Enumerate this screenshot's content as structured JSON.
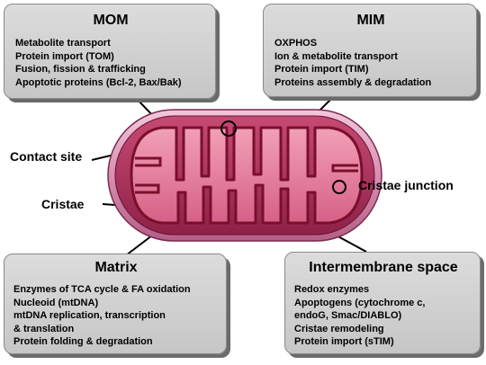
{
  "boxes": {
    "mom": {
      "title": "MOM",
      "items": [
        "Metabolite transport",
        "Protein import (TOM)",
        "Fusion, fission & trafficking",
        "Apoptotic proteins (Bcl-2, Bax/Bak)"
      ]
    },
    "mim": {
      "title": "MIM",
      "items": [
        "OXPHOS",
        "Ion & metabolite transport",
        "Protein import (TIM)",
        "Proteins assembly & degradation"
      ]
    },
    "matrix": {
      "title": "Matrix",
      "items": [
        "Enzymes of TCA cycle & FA oxidation",
        "Nucleoid (mtDNA)",
        "mtDNA replication, transcription",
        "& translation",
        "Protein folding & degradation"
      ]
    },
    "ims": {
      "title": "Intermembrane space",
      "items": [
        "Redox enzymes",
        "Apoptogens (cytochrome c,",
        "endoG, Smac/DIABLO)",
        "Cristae remodeling",
        "Protein import (sTIM)"
      ]
    }
  },
  "callouts": {
    "contact_site": "Contact site",
    "cristae": "Cristae",
    "cristae_junction": "Cristae junction"
  },
  "colors": {
    "outer_membrane": "#d9a0bc",
    "intermembrane_space": "#b03860",
    "inner_membrane": "#8a1030",
    "matrix": "#e07a98",
    "box_fill": "#d3d3d3",
    "box_shadow": "#6b6b6b"
  }
}
